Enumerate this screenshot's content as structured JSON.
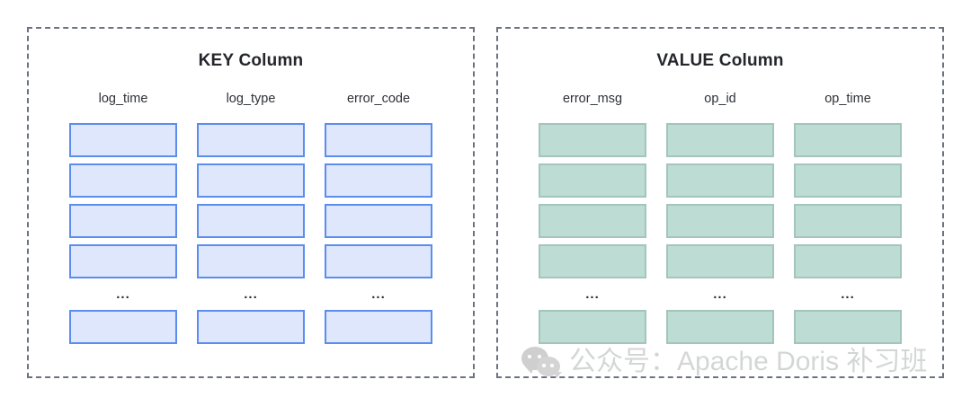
{
  "panels": [
    {
      "id": "key-column",
      "title": "KEY Column",
      "style": "key",
      "accent_fill": "#dfe7fc",
      "accent_border": "#5b8def",
      "columns": [
        {
          "header": "log_time",
          "cells_before": 4,
          "ellipsis": "...",
          "cells_after": 1
        },
        {
          "header": "log_type",
          "cells_before": 4,
          "ellipsis": "...",
          "cells_after": 1
        },
        {
          "header": "error_code",
          "cells_before": 4,
          "ellipsis": "...",
          "cells_after": 1
        }
      ]
    },
    {
      "id": "value-column",
      "title": "VALUE Column",
      "style": "value",
      "accent_fill": "#bcdcd4",
      "accent_border": "#a3c5bd",
      "columns": [
        {
          "header": "error_msg",
          "cells_before": 4,
          "ellipsis": "...",
          "cells_after": 1
        },
        {
          "header": "op_id",
          "cells_before": 4,
          "ellipsis": "...",
          "cells_after": 1
        },
        {
          "header": "op_time",
          "cells_before": 4,
          "ellipsis": "...",
          "cells_after": 1
        }
      ]
    }
  ],
  "watermark": {
    "icon": "wechat-icon",
    "text": "公众号：Apache Doris 补习班",
    "color": "#9aa0a0"
  },
  "canvas": {
    "background": "#ffffff",
    "panel_border_color": "#6b7280"
  }
}
